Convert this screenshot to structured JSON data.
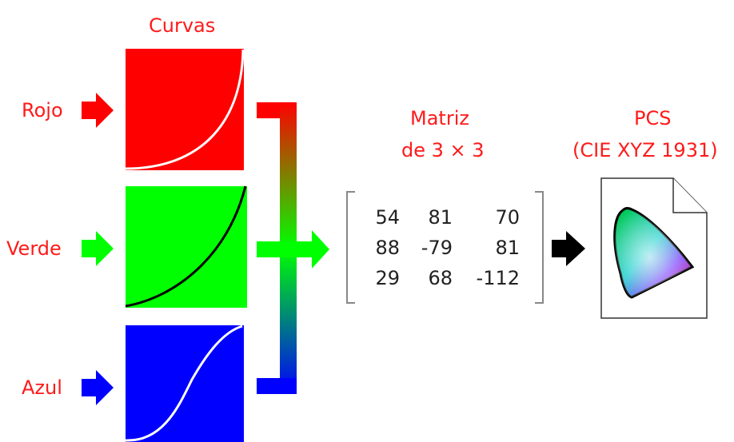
{
  "diagram": {
    "curves_title": "Curvas",
    "channels": [
      {
        "label": "Rojo",
        "color": "#ff0000"
      },
      {
        "label": "Verde",
        "color": "#00ff00"
      },
      {
        "label": "Azul",
        "color": "#0000ff"
      }
    ],
    "matrix_title_line1": "Matriz",
    "matrix_title_line2": "de 3 × 3",
    "matrix": [
      [
        "54",
        "81",
        "70"
      ],
      [
        "88",
        "-79",
        "81"
      ],
      [
        "29",
        "68",
        "-112"
      ]
    ],
    "pcs_title_line1": "PCS",
    "pcs_title_line2": "(CIE XYZ 1931)",
    "label_color": "#ff1a1a",
    "output_arrow_color": "#000000"
  }
}
